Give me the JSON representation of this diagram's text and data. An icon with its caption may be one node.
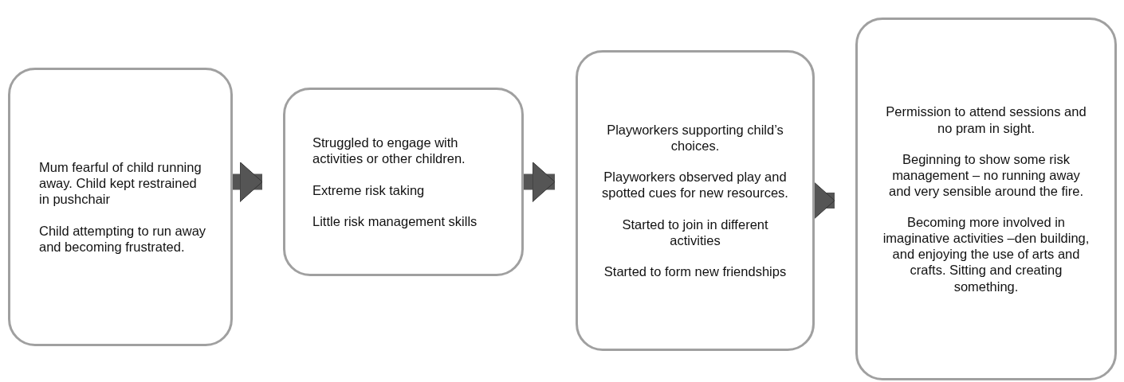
{
  "diagram": {
    "nodes": [
      {
        "text": [
          "Mum fearful of child running away. Child kept restrained in pushchair",
          "Child attempting to run away and becoming frustrated."
        ]
      },
      {
        "text": [
          "Struggled to engage with activities or other children.",
          "Extreme risk taking",
          "Little risk management skills"
        ]
      },
      {
        "text": [
          "Playworkers supporting child’s choices.",
          "Playworkers observed play and spotted cues for new resources.",
          "Started to join in different activities",
          "Started to form new friendships"
        ]
      },
      {
        "text": [
          "Permission to attend sessions and no pram in sight.",
          "Beginning to show some risk management – no running away and very sensible around the fire.",
          "Becoming more involved in imaginative activities –den building, and enjoying the use of arts and crafts. Sitting and creating something."
        ]
      }
    ],
    "edges": [
      {
        "from": 0,
        "to": 1,
        "arrow": "to"
      },
      {
        "from": 1,
        "to": 2,
        "arrow": "to"
      },
      {
        "from": 2,
        "to": 3,
        "arrow": "to"
      }
    ]
  }
}
